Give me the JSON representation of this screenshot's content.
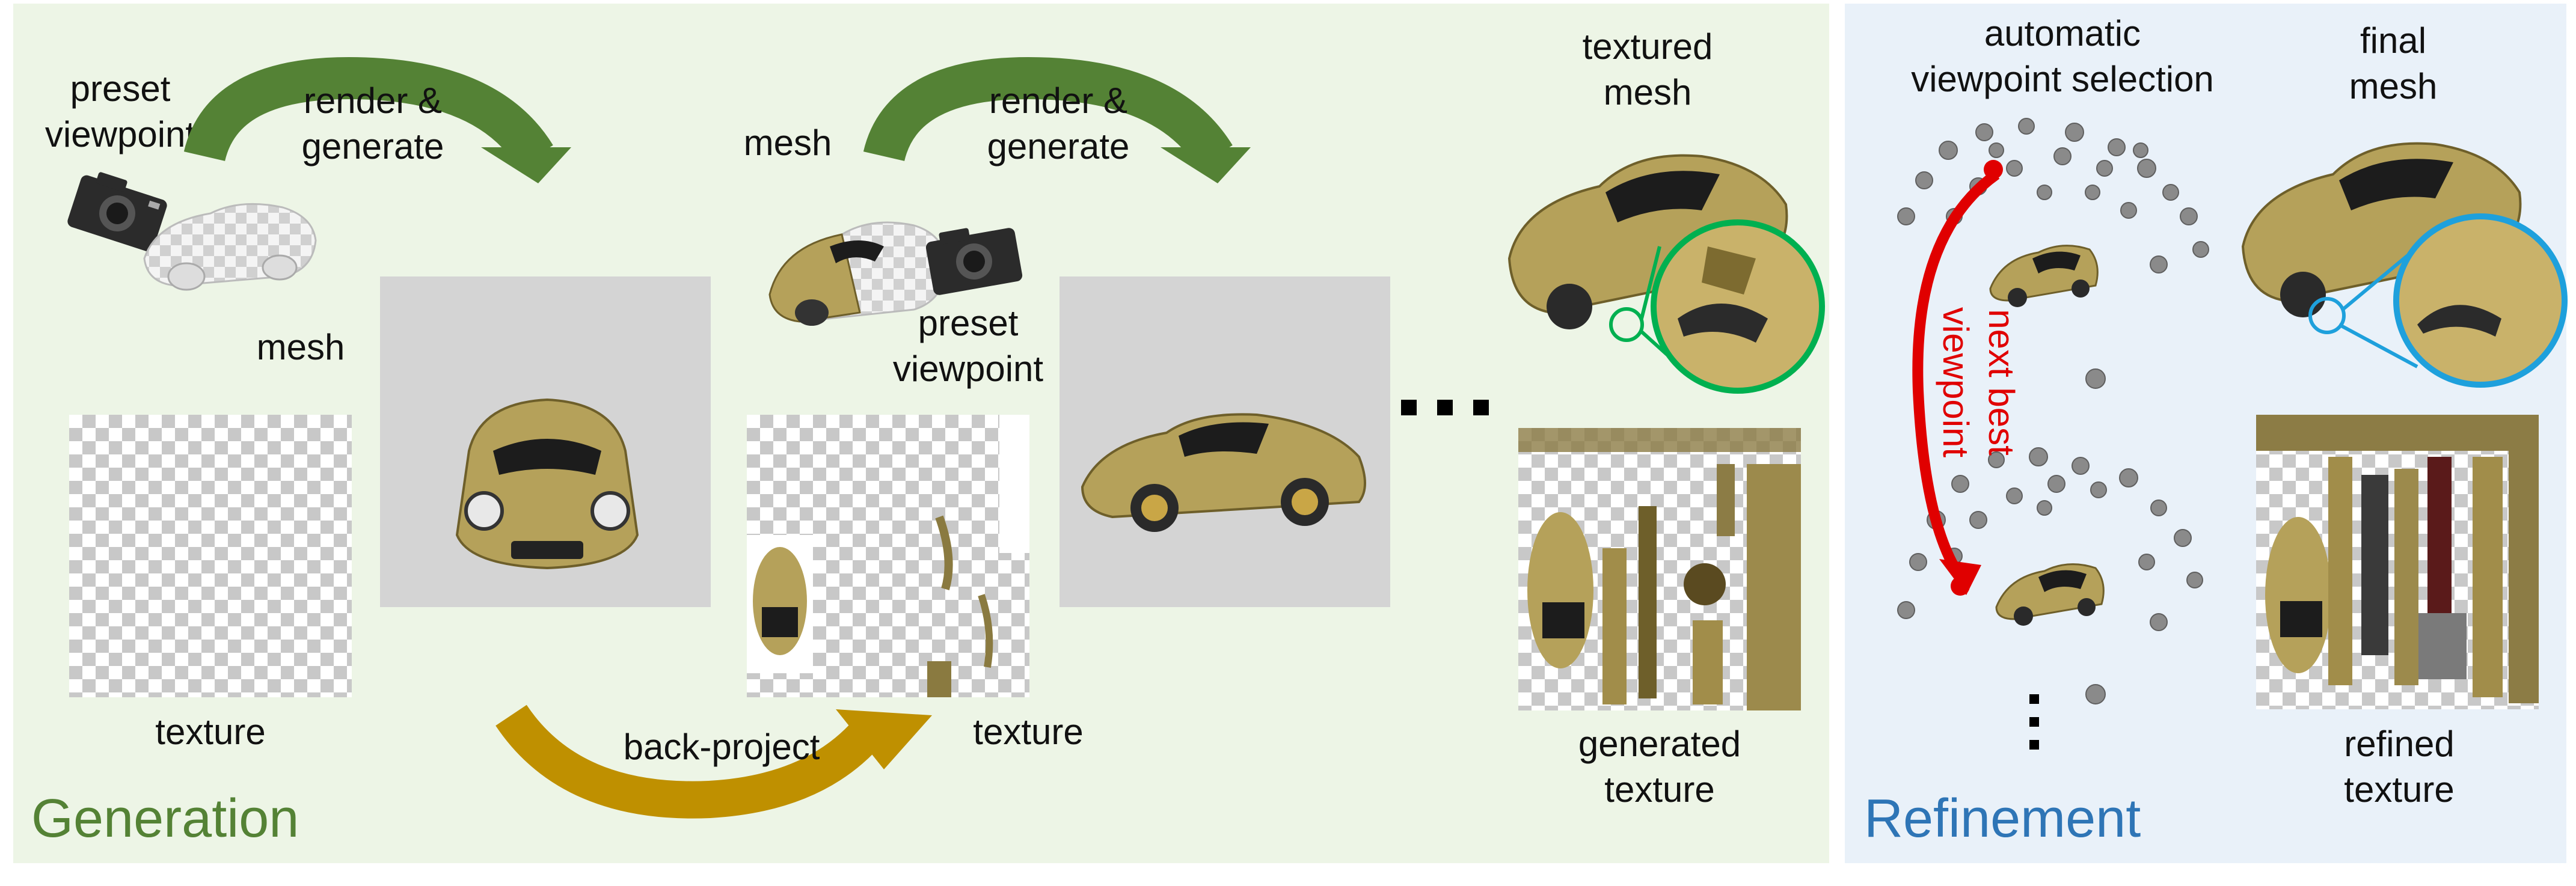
{
  "generation": {
    "title": "Generation",
    "title_color": "#548235",
    "labels": {
      "preset_viewpoint_1": "preset\nviewpoint",
      "render_generate_1": "render &\ngenerate",
      "mesh_1": "mesh",
      "texture_1": "texture",
      "mesh_2": "mesh",
      "render_generate_2": "render &\ngenerate",
      "preset_viewpoint_2": "preset\nviewpoint",
      "back_project": "back-project",
      "texture_2": "texture",
      "textured_mesh": "textured\nmesh",
      "generated_texture": "generated\ntexture"
    },
    "arrow_color_render": "#548235",
    "arrow_color_backproject": "#bf9000",
    "magnifier_color": "#00b050"
  },
  "refinement": {
    "title": "Refinement",
    "title_color": "#2e75b6",
    "labels": {
      "automatic_viewpoint_selection": "automatic\nviewpoint selection",
      "final_mesh": "final\nmesh",
      "next_best_viewpoint": "next best\nviewpoint",
      "refined_texture": "refined\ntexture"
    },
    "arrow_color": "#e00000",
    "magnifier_color": "#1ea0dc"
  },
  "icons": [
    "camera-icon",
    "car-mesh-icon",
    "car-textured-icon"
  ]
}
